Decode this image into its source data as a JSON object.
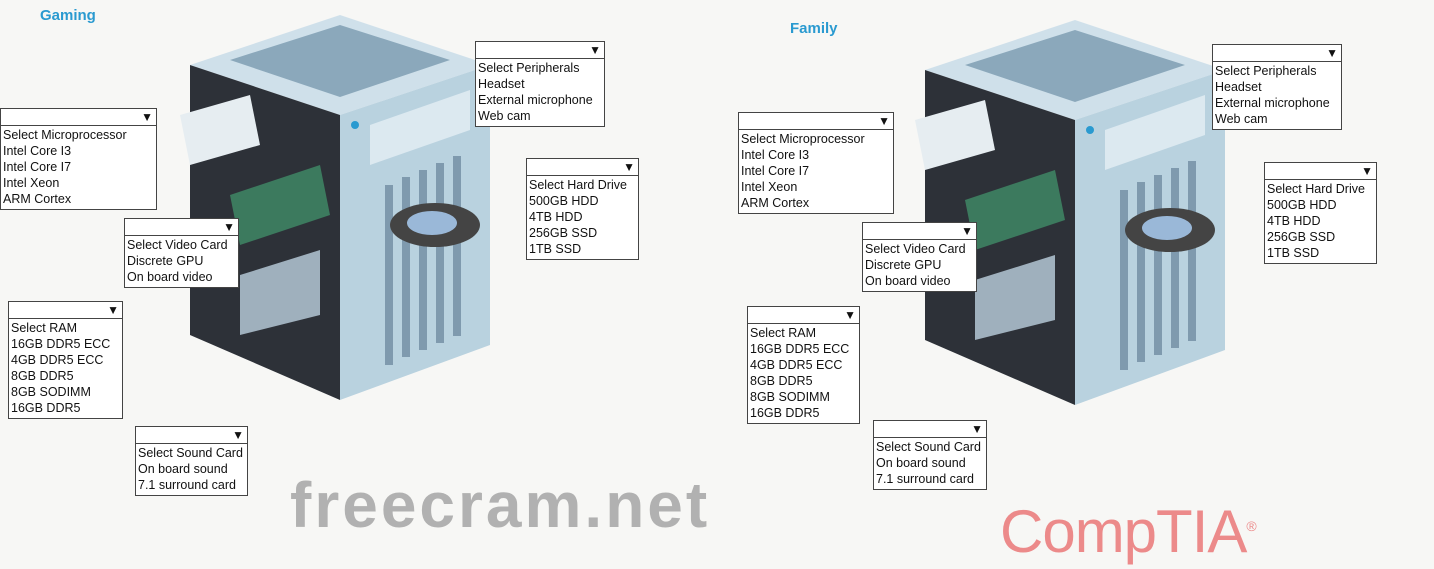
{
  "panels": [
    {
      "title": "Gaming",
      "dropdowns": [
        {
          "key": "peripherals",
          "options": [
            "Select Peripherals",
            "Headset",
            "External microphone",
            "Web cam"
          ]
        },
        {
          "key": "microprocessor",
          "options": [
            "Select Microprocessor",
            "Intel Core I3",
            "Intel Core I7",
            "Intel Xeon",
            "ARM Cortex"
          ]
        },
        {
          "key": "video-card",
          "options": [
            "Select Video Card",
            "Discrete GPU",
            "On board video"
          ]
        },
        {
          "key": "hard-drive",
          "options": [
            "Select Hard Drive",
            "500GB HDD",
            "4TB HDD",
            "256GB SSD",
            "1TB SSD"
          ]
        },
        {
          "key": "ram",
          "options": [
            "Select RAM",
            "16GB DDR5 ECC",
            "4GB DDR5 ECC",
            "8GB DDR5",
            "8GB SODIMM",
            "16GB DDR5"
          ]
        },
        {
          "key": "sound-card",
          "options": [
            "Select Sound Card",
            "On board sound",
            "7.1 surround card"
          ]
        }
      ]
    },
    {
      "title": "Family",
      "dropdowns": [
        {
          "key": "peripherals",
          "options": [
            "Select Peripherals",
            "Headset",
            "External microphone",
            "Web cam"
          ]
        },
        {
          "key": "microprocessor",
          "options": [
            "Select Microprocessor",
            "Intel Core I3",
            "Intel Core I7",
            "Intel Xeon",
            "ARM Cortex"
          ]
        },
        {
          "key": "video-card",
          "options": [
            "Select Video Card",
            "Discrete GPU",
            "On board video"
          ]
        },
        {
          "key": "hard-drive",
          "options": [
            "Select Hard Drive",
            "500GB HDD",
            "4TB HDD",
            "256GB SSD",
            "1TB SSD"
          ]
        },
        {
          "key": "ram",
          "options": [
            "Select RAM",
            "16GB DDR5 ECC",
            "4GB DDR5 ECC",
            "8GB DDR5",
            "8GB SODIMM",
            "16GB DDR5"
          ]
        },
        {
          "key": "sound-card",
          "options": [
            "Select Sound Card",
            "On board sound",
            "7.1 surround card"
          ]
        }
      ]
    }
  ],
  "arrow": "▼",
  "watermark": "freecram.net",
  "logo": "CompTIA",
  "logo_mark": "®"
}
